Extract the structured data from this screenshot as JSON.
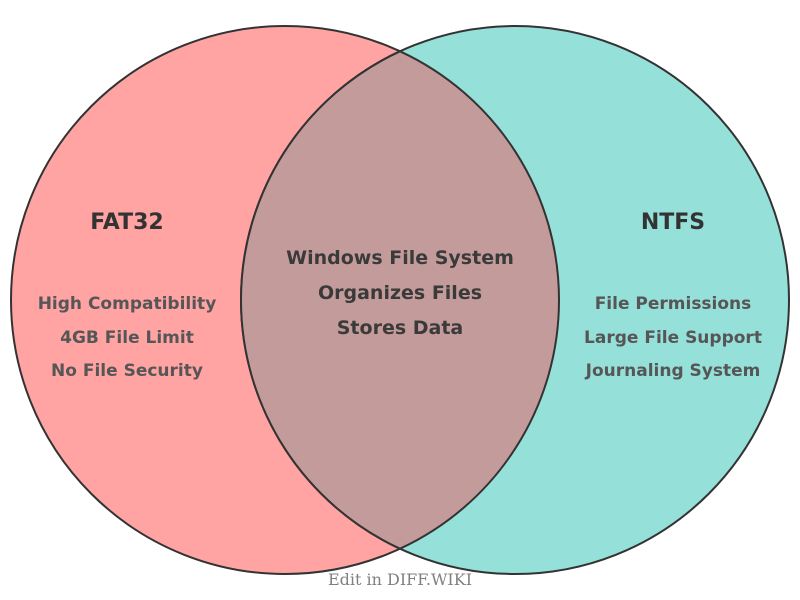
{
  "venn": {
    "left": {
      "title": "FAT32",
      "items": [
        "High Compatibility",
        "4GB File Limit",
        "No File Security"
      ],
      "fill": "#ffa3a3"
    },
    "right": {
      "title": "NTFS",
      "items": [
        "File Permissions",
        "Large File Support",
        "Journaling System"
      ],
      "fill": "#95e0d9"
    },
    "overlap": {
      "items": [
        "Windows File System",
        "Organizes Files",
        "Stores Data"
      ],
      "fill": "#c49b9b"
    },
    "caption": "Edit in DIFF.WIKI",
    "colors": {
      "stroke": "#333333",
      "title_color": "#333333",
      "item_color": "#565656",
      "overlap_item_color": "#3a3a3a",
      "caption_color": "#808080"
    }
  }
}
